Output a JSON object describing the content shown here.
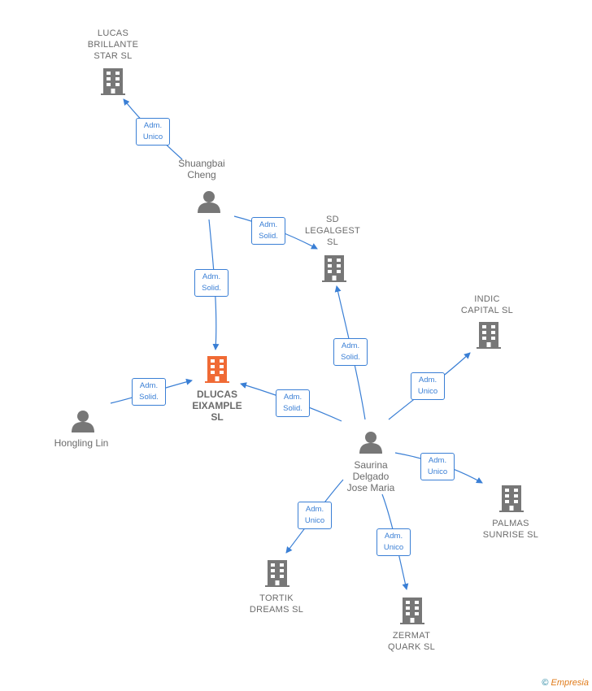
{
  "colors": {
    "edge": "#3a7fd5",
    "node": "#777777",
    "focus": "#f06a35"
  },
  "nodes": {
    "lucas": {
      "label": "LUCAS\nBRILLANTE\nSTAR  SL",
      "type": "company"
    },
    "sd": {
      "label": "SD\nLEGALGEST\nSL",
      "type": "company"
    },
    "indic": {
      "label": "INDIC\nCAPITAL SL",
      "type": "company"
    },
    "dlucas": {
      "label": "DLUCAS\nEIXAMPLE\nSL",
      "type": "focus"
    },
    "palmas": {
      "label": "PALMAS\nSUNRISE  SL",
      "type": "company"
    },
    "tortik": {
      "label": "TORTIK\nDREAMS  SL",
      "type": "company"
    },
    "zermat": {
      "label": "ZERMAT\nQUARK SL",
      "type": "company"
    },
    "shuang": {
      "label": "Shuangbai\nCheng",
      "type": "person"
    },
    "hongling": {
      "label": "Hongling Lin",
      "type": "person"
    },
    "saurina": {
      "label": "Saurina\nDelgado\nJose Maria",
      "type": "person"
    }
  },
  "edges": {
    "e1": "Adm.\nUnico",
    "e2": "Adm.\nSolid.",
    "e3": "Adm.\nSolid.",
    "e4": "Adm.\nSolid.",
    "e5": "Adm.\nSolid.",
    "e6": "Adm.\nSolid.",
    "e7": "Adm.\nUnico",
    "e8": "Adm.\nUnico",
    "e9": "Adm.\nUnico",
    "e10": "Adm.\nUnico"
  },
  "footer": {
    "copyright": "©",
    "brand": "Empresia"
  }
}
